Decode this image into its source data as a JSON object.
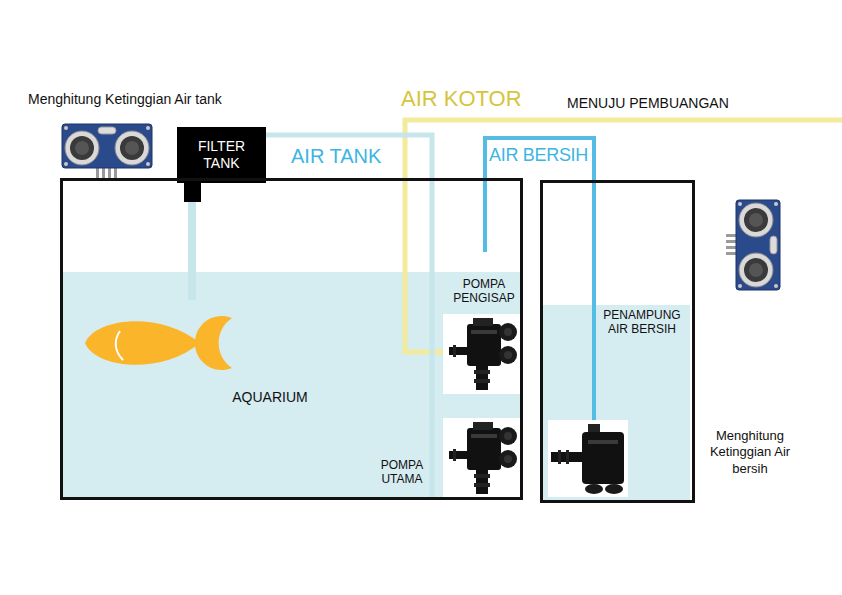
{
  "diagram": {
    "nodes": [
      {
        "text": [
          "FILTER TANK"
        ]
      },
      {
        "text": [
          "AQUARIUM"
        ]
      },
      {
        "text": [
          "POMPA PENGISAP"
        ],
        "in": 1
      },
      {
        "text": [
          "POMPA UTAMA"
        ],
        "in": 1
      },
      {
        "text": [
          "PENAMPUNG AIR BERSIH"
        ]
      }
    ],
    "edges": [
      {
        "from": 0,
        "to": 3,
        "label": "AIR TANK",
        "arrow": "none"
      },
      {
        "from": 4,
        "to": 1,
        "label": "AIR BERSIH",
        "arrow": "none"
      }
    ],
    "labels": [
      "Menghitung Ketinggian Air tank",
      "AIR KOTOR",
      "MENUJU PEMBUANGAN",
      "Menghitung Ketinggian Air bersih"
    ]
  }
}
